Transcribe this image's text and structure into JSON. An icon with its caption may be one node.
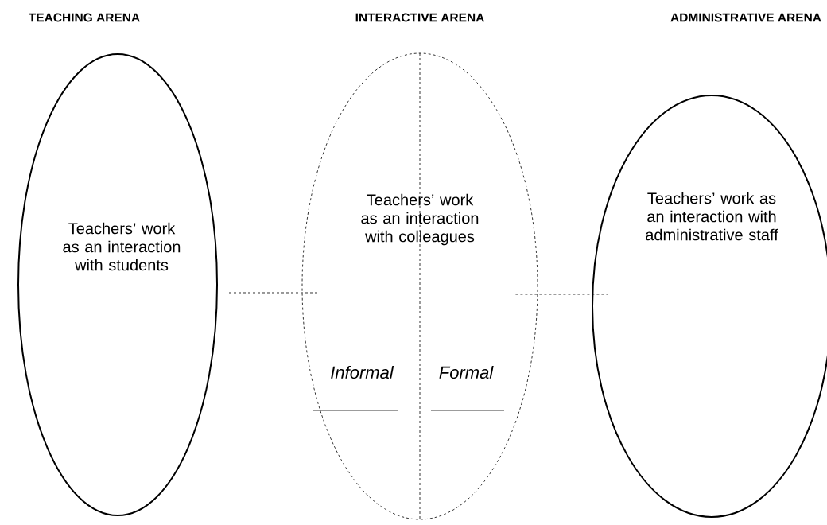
{
  "diagram": {
    "nodes": [
      {
        "text": [
          "Teachers’ work as an interaction with students"
        ]
      },
      {
        "text": [
          "Teachers’ work as an interaction with colleagues",
          "Informal",
          "Formal"
        ]
      },
      {
        "text": [
          "Teachers’ work as an interaction with administrative staff"
        ]
      }
    ],
    "edges": [
      {
        "from": 0,
        "to": 1,
        "arrow": "none",
        "style": "dashed"
      },
      {
        "from": 1,
        "to": 2,
        "arrow": "none",
        "style": "dashed"
      }
    ],
    "labels": [
      "TEACHING ARENA",
      "INTERACTIVE ARENA",
      "ADMINISTRATIVE ARENA"
    ]
  }
}
